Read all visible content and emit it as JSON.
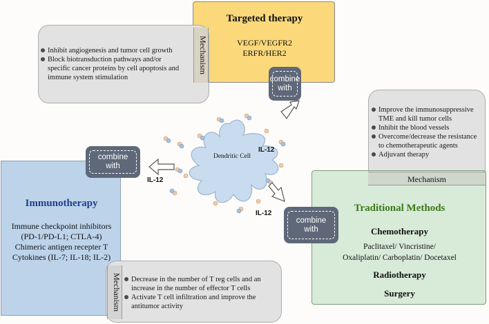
{
  "targeted": {
    "title": "Targeted therapy",
    "line1": "VEGF/VEGFR2",
    "line2": "ERFR/HER2",
    "mechanism_label": "Mechanism",
    "bullets": [
      "Inhibit angiogenesis and tumor cell growth",
      "Block biotransduction pathways and/or specific cancer proteins by cell apoptosis and immune system stimulation"
    ]
  },
  "traditional": {
    "title": "Traditional Methods",
    "chemo": "Chemotherapy",
    "drugs1": "Paclitaxel/ Vincristine/",
    "drugs2": "Oxaliplatin/ Carboplatin/ Docetaxel",
    "radio": "Radiotherapy",
    "surgery": "Surgery",
    "mechanism_label": "Mechanism",
    "bullets": [
      "Improve the immunosuppressive TME and kill tumor cells",
      "Inhibit the blood vessels",
      "Overcome/decrease the resistance to chemotherapeutic agents",
      "Adjuvant therapy"
    ]
  },
  "immuno": {
    "title": "Immunotherapy",
    "line1": "Immune checkpoint inhibitors",
    "line2": "(PD-1/PD-L1; CTLA-4)",
    "line3": "Chimeric antigen recepter T",
    "line4": "Cytokines (IL-7; IL-18; IL-2)",
    "mechanism_label": "Mechanism",
    "bullets": [
      "Decrease in the number of  T reg cells and an increase in the number of effector T cells",
      "Activate T cell infiltration and improve the antitumor activity"
    ]
  },
  "center": {
    "cell_label": "Dendritic Cell",
    "il12": "IL-12",
    "combine": "combine with"
  },
  "colors": {
    "targeted_fill": "#fbd87a",
    "traditional_fill": "#d8ead8",
    "traditional_title": "#3a7a1a",
    "immuno_fill": "#bcd3ea",
    "immuno_title": "#1f3f8a",
    "combine_fill": "#5e6878",
    "cell_fill": "#c9dcef"
  }
}
